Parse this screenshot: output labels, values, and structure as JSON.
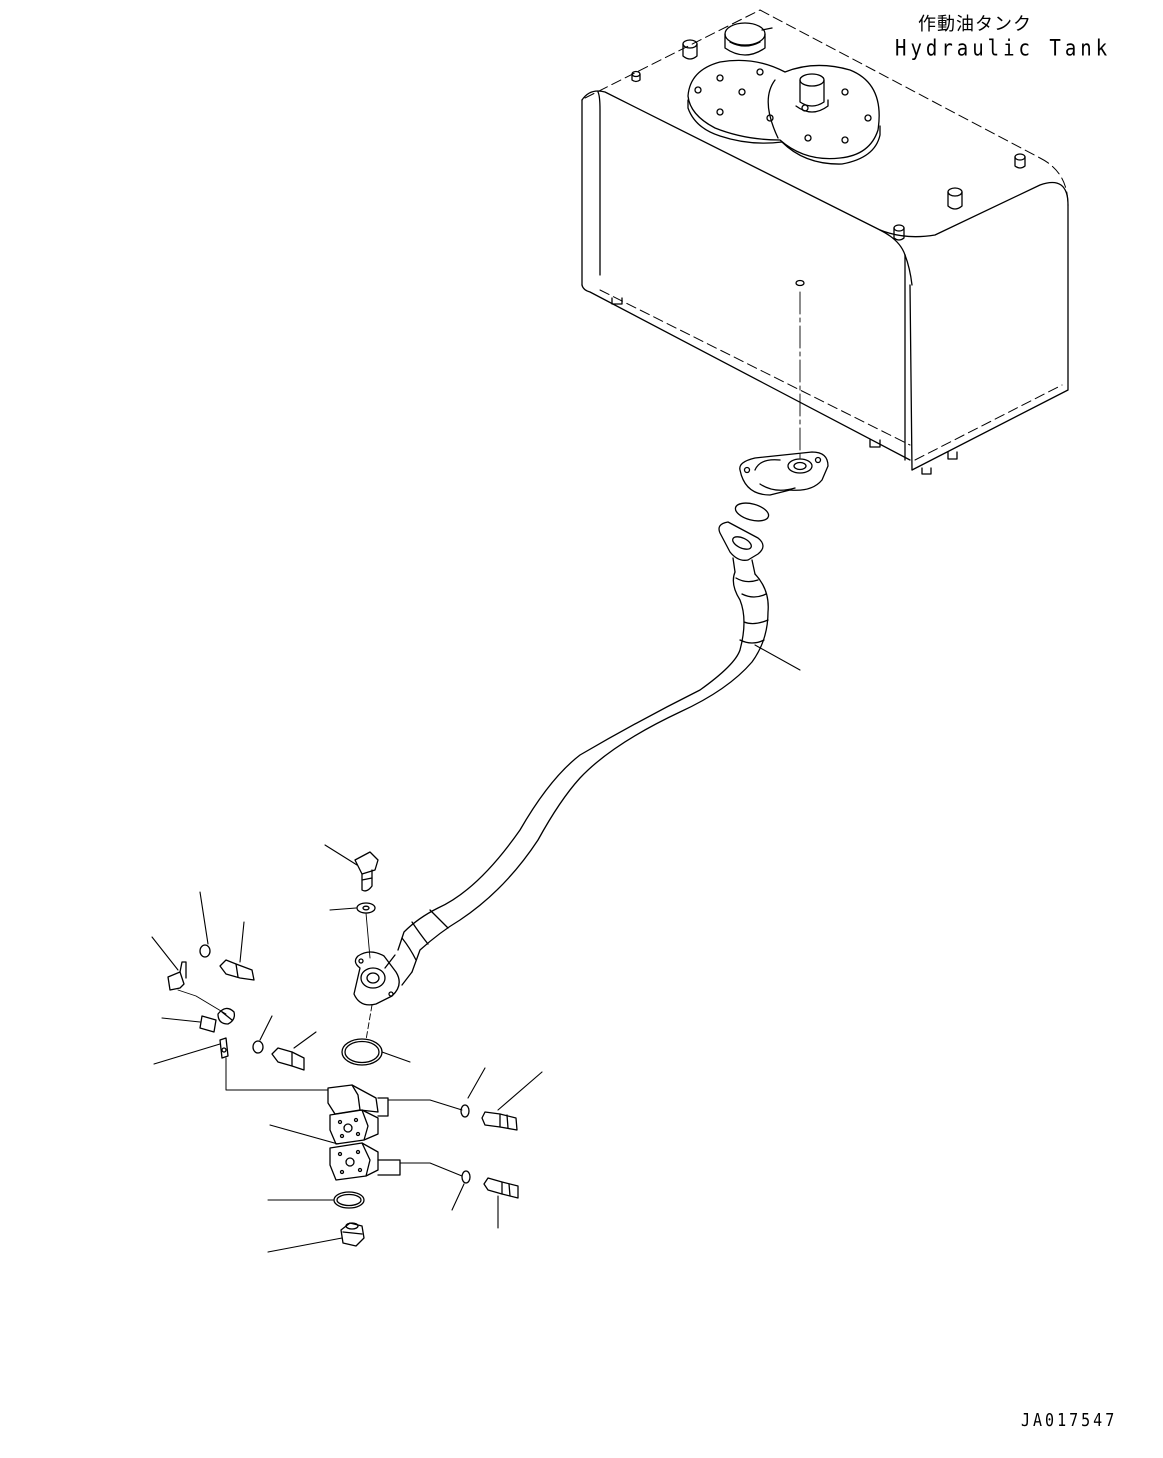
{
  "labels": {
    "tank_label_jp": "作動油タンク",
    "tank_label_en": "Hydraulic Tank",
    "drawing_id": "JA017547"
  },
  "colors": {
    "line": "#000000",
    "background": "#ffffff"
  }
}
